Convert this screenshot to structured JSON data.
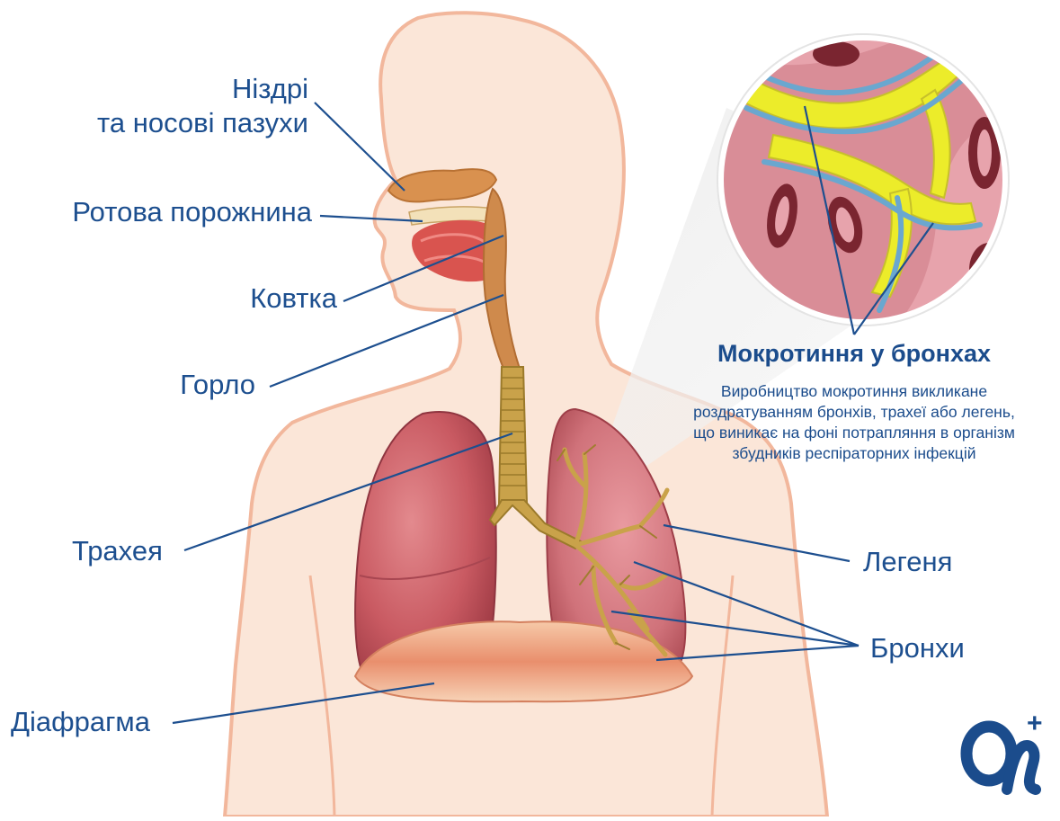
{
  "labels": {
    "nostrils_line1": "Ніздрі",
    "nostrils_line2": "та носові пазухи",
    "mouth": "Ротова порожнина",
    "epiglottis": "Ковтка",
    "throat": "Горло",
    "trachea": "Трахея",
    "diaphragm": "Діафрагма",
    "lung": "Легеня",
    "bronchi": "Бронхи"
  },
  "callout": {
    "title": "Мокротиння у бронхах",
    "description_lines": [
      "Виробництво мокротиння викликане",
      "роздратуванням бронхів, трахеї або легень,",
      "що виникає на фоні потрапляння в організм",
      "збудників респіраторних інфекцій"
    ]
  },
  "logo": {
    "plus_sign": "+"
  },
  "colors": {
    "label_blue": "#1d4f8f",
    "skin": "#fbe6d8",
    "skin_outline": "#f2b79c",
    "lung": "#c95a62",
    "airway": "#c9a24a",
    "mucus": "#ecec2a",
    "tissue": "#e7a3ac"
  }
}
